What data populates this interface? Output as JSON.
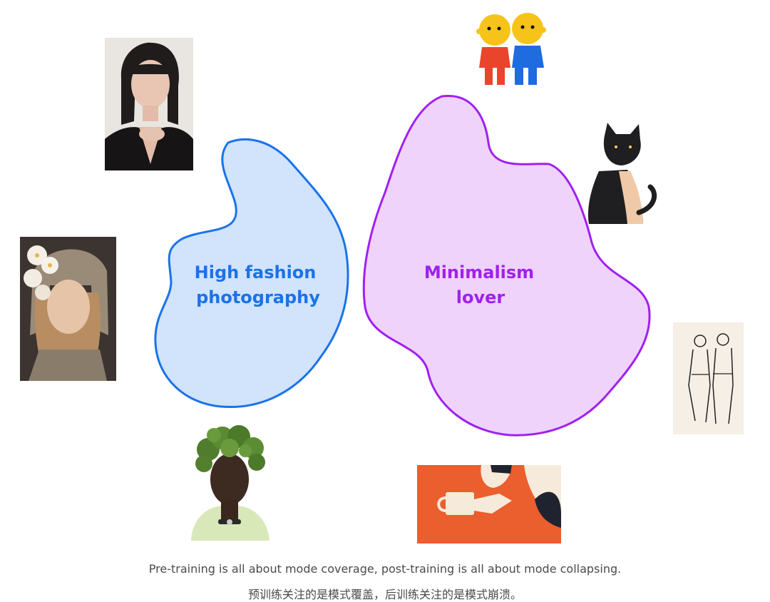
{
  "blobs": {
    "left": {
      "line1": "High fashion",
      "line2": "photography",
      "stroke": "#1a73e8",
      "fill": "#d2e3fc",
      "text_color": "#1a73e8"
    },
    "right": {
      "line1": "Minimalism",
      "line2": "lover",
      "stroke": "#a020f0",
      "fill": "#efd3fb",
      "text_color": "#a020f0"
    }
  },
  "images": {
    "portrait_bangs": "photo-icon",
    "portrait_flower_hat": "photo-icon",
    "portrait_broccoli": "photo-icon",
    "cartoon_kids": "illustration-icon",
    "cat": "illustration-icon",
    "line_drawing": "illustration-icon",
    "coffee_poster": "illustration-icon"
  },
  "caption": {
    "english": "Pre-training is all about mode coverage, post-training is all about mode collapsing.",
    "chinese": "预训练关注的是模式覆盖，后训练关注的是模式崩溃。"
  }
}
